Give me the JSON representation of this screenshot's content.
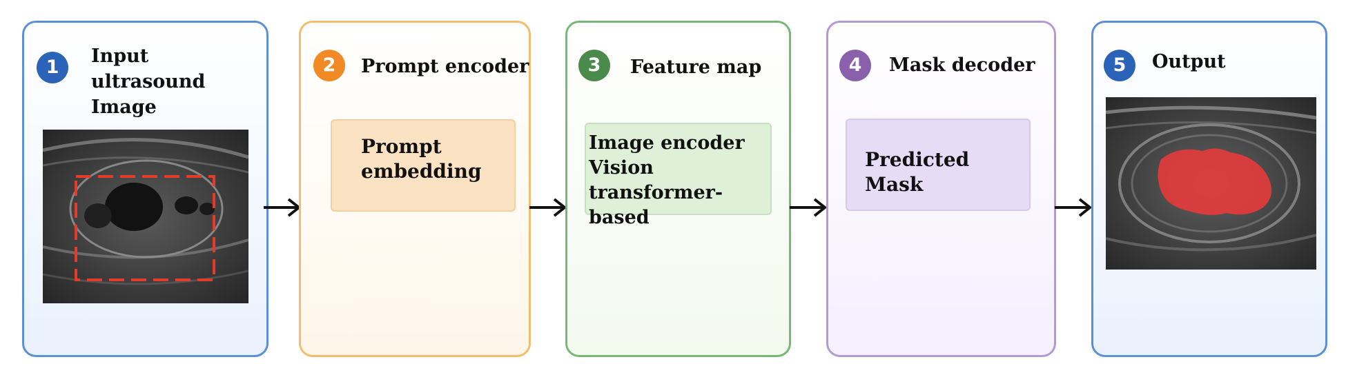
{
  "panels": [
    {
      "number": "1",
      "title": "Input ultrasound Image"
    },
    {
      "number": "2",
      "title": "Prompt encoder",
      "box": "Prompt embedding"
    },
    {
      "number": "3",
      "title": "Feature map",
      "box": "Image encoder Vision transformer-based"
    },
    {
      "number": "4",
      "title": "Mask decoder",
      "box": "Predicted Mask"
    },
    {
      "number": "5",
      "title": "Output"
    }
  ],
  "colors": {
    "blue": "#2a63b8",
    "orange": "#f08a24",
    "green": "#4a8a4a",
    "purple": "#8a60ac",
    "red_box": "#e53b2a",
    "mask_red": "#e53b3b"
  },
  "icons": [
    "arrow-right-icon"
  ]
}
